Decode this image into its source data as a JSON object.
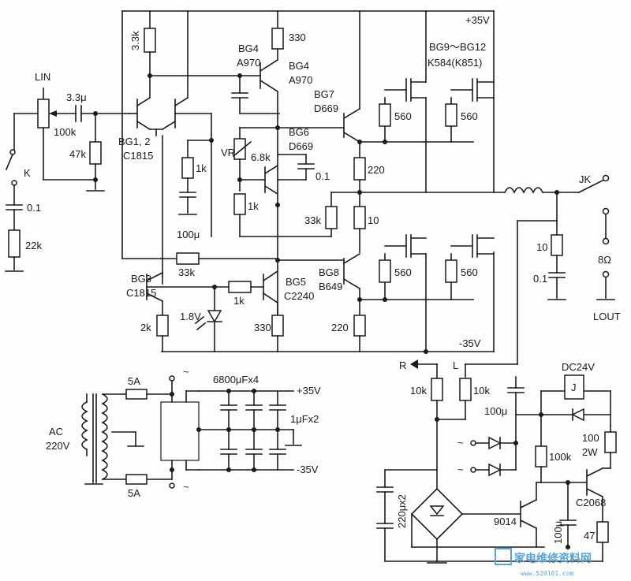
{
  "labels": {
    "lin": "LIN",
    "k": "K",
    "c_in": "3.3μ",
    "r_vol": "100k",
    "r47k": "47k",
    "c01": "0.1",
    "r22k": "22k",
    "r33k_top": "3.3k",
    "bg1": "BG1, 2",
    "bg1_part": "C1815",
    "bg4_l1": "BG4",
    "bg4_l2": "A970",
    "bg4_r1": "BG4",
    "bg4_r2": "A970",
    "r330_top": "330",
    "bg7_1": "BG7",
    "bg7_2": "D669",
    "bg6_1": "BG6",
    "bg6_2": "D669",
    "vr": "VR",
    "r6k8": "6.8k",
    "c_vr": "0.1",
    "r1k_a": "1k",
    "r1k_b": "1k",
    "c100u": "100μ",
    "r220_top": "220",
    "r33k_mid": "33k",
    "r10": "10",
    "bg9_1": "BG9～BG12",
    "bg9_2": "K584(K851)",
    "r560_1": "560",
    "r560_2": "560",
    "r560_3": "560",
    "r560_4": "560",
    "plus35": "+35V",
    "minus35": "-35V",
    "r33k_fb": "33k",
    "bg3_1": "BG3",
    "bg3_2": "C1815",
    "r1k_c": "1k",
    "bg5_1": "BG5",
    "bg5_2": "C2240",
    "v18": "1.8V",
    "r2k": "2k",
    "r330_bot": "330",
    "r220_bot": "220",
    "bg8_1": "BG8",
    "bg8_2": "B649",
    "jk": "JK",
    "r10_out": "10",
    "c01_out": "0.1",
    "ohm": "8Ω",
    "lout": "LOUT",
    "ac_1": "AC",
    "ac_2": "220V",
    "f1": "5A",
    "f2": "5A",
    "tilde1": "~",
    "tilde2": "~",
    "caps": "6800μFx4",
    "ps_plus": "+35V",
    "ps_minus": "-35V",
    "c1u": "1μFx2",
    "r_label": "R",
    "l_label": "L",
    "r10k_1": "10k",
    "r10k_2": "10k",
    "dc24": "DC24V",
    "relay": "J",
    "c100u_2": "100μ",
    "r100k": "100k",
    "r100_1": "100",
    "r100_2": "2W",
    "c2068": "C2068",
    "c220": "220μx2",
    "t9014": "9014",
    "c100u_3": "100μ",
    "r47": "47",
    "tilde3": "~",
    "tilde4": "~"
  },
  "watermark": {
    "cn": "家电维修资料网",
    "url": "www.520101.com"
  }
}
